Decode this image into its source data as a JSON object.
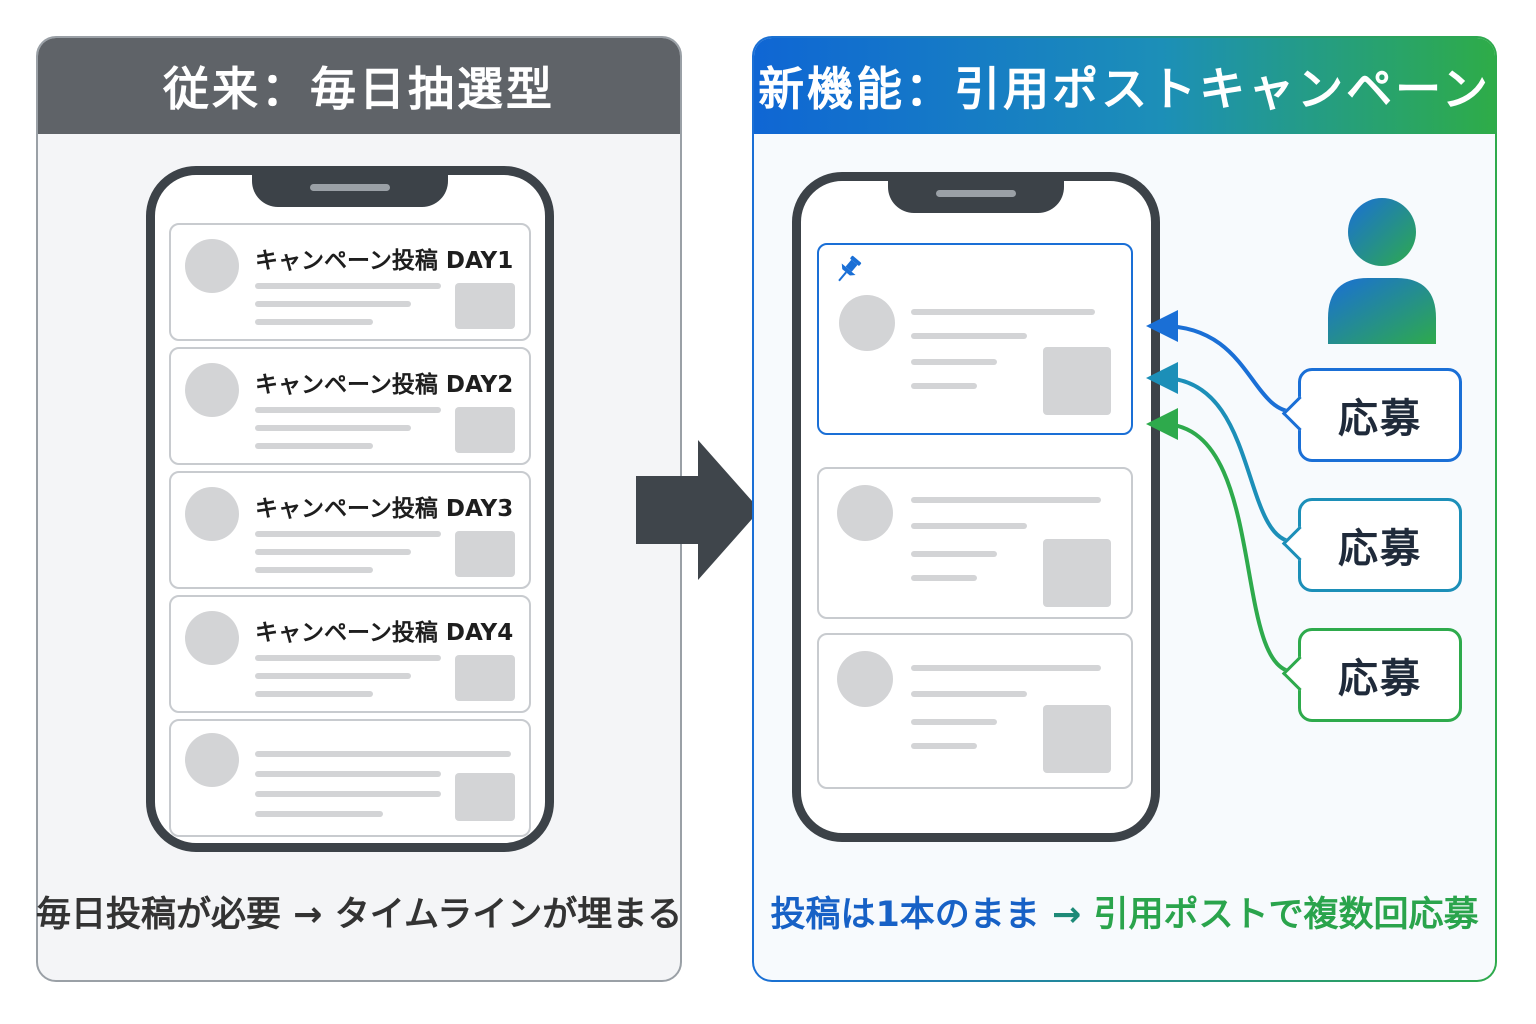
{
  "left_panel": {
    "title": "従来：毎日抽選型",
    "posts": [
      {
        "title": "キャンペーン投稿 DAY1"
      },
      {
        "title": "キャンペーン投稿 DAY2"
      },
      {
        "title": "キャンペーン投稿 DAY3"
      },
      {
        "title": "キャンペーン投稿 DAY4"
      },
      {
        "title": ""
      }
    ],
    "caption": "毎日投稿が必要 → タイムラインが埋まる"
  },
  "right_panel": {
    "title": "新機能：引用ポストキャンペーン",
    "bubbles": [
      "応募",
      "応募",
      "応募"
    ],
    "caption_part1": "投稿は1本のまま",
    "caption_arrow": " → ",
    "caption_part2": "引用ポストで複数回応募"
  },
  "colors": {
    "left_header": "#5f6368",
    "right_header_start": "#0f66d4",
    "right_header_end": "#2eac48",
    "pin": "#1a6fd6",
    "bubble_blue": "#1a6fd6",
    "bubble_teal": "#1c8fb8",
    "bubble_green": "#2eaa4c"
  },
  "icons": {
    "pin": "pushpin-icon",
    "user": "user-icon",
    "transition": "right-arrow-icon"
  }
}
